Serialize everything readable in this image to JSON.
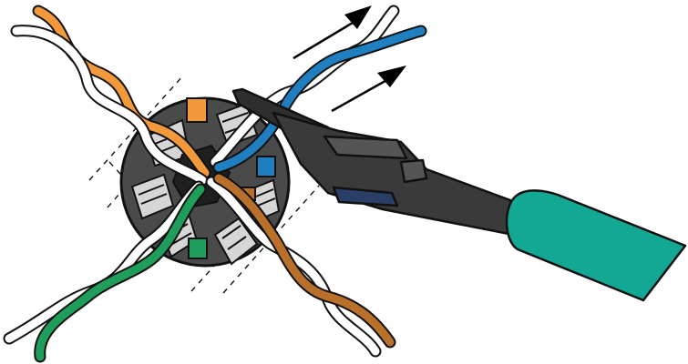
{
  "illustration": {
    "subject": "",
    "colors": {
      "orange": "#F29A3B",
      "blue": "#1F7FC0",
      "green": "#1E9E5A",
      "brown": "#B8702A",
      "white": "#FFFFFF",
      "outline": "#111111",
      "connector_body": "#4A4A4A",
      "connector_slot": "#D6D6D6",
      "tool_body": "#3A3A3A",
      "tool_handle": "#12A894",
      "tool_blade": "#2A3F66"
    },
    "wire_pairs": [
      {
        "id": "orange-pair",
        "color": "orange"
      },
      {
        "id": "blue-pair",
        "color": "blue"
      },
      {
        "id": "green-pair",
        "color": "green"
      },
      {
        "id": "brown-pair",
        "color": "brown"
      }
    ],
    "arrows": [
      {
        "id": "arrow-upper",
        "direction": "up-right"
      },
      {
        "id": "arrow-lower",
        "direction": "up-right"
      }
    ],
    "tool": {
      "icon": "punch-down-tool-icon"
    },
    "connector": {
      "icon": "keystone-jack-icon"
    }
  }
}
